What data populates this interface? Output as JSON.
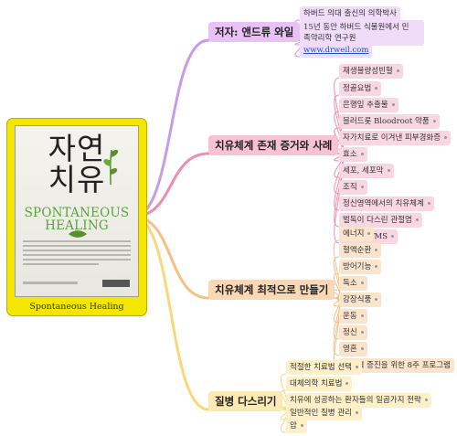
{
  "book": {
    "cover_title_line1": "자연",
    "cover_title_line2": "치유",
    "cover_subtitle_line1": "SPONTANEOUS",
    "cover_subtitle_line2": "HEALING",
    "caption": "Spontaneous Healing"
  },
  "branches": [
    {
      "label": "저자: 앤드류 와일",
      "color": "#c99ae8",
      "leaves": [
        "하버드 의대 출신의 의학박사",
        "15년 동안 하버드 식물원에서 민",
        "www.drweil.com"
      ],
      "leaf_extra": "족약리학 연구원"
    },
    {
      "label": "치유체계 존재 증거와 사례",
      "color": "#f08bb2",
      "leaves": [
        "재생불량성빈혈",
        "정골요법",
        "은행잎 추출물",
        "블러드롯 Bloodroot 약품",
        "자가치료로 이겨낸 피부경화증",
        "효소",
        "세포, 세포막",
        "조직",
        "정신영역에서의 치유체계",
        "벌독이 다스린 관절염",
        "존 사노 TMS"
      ]
    },
    {
      "label": "치유체계 최적으로 만들기",
      "color": "#f6c085",
      "leaves": [
        "에너지",
        "혈액순환",
        "방어기능",
        "독소",
        "강장식품",
        "운동",
        "정신",
        "영혼",
        "치유력 증진을 위한 8주 프로그램"
      ]
    },
    {
      "label": "질병 다스리기",
      "color": "#f9d77a",
      "leaves": [
        "적절한 치료법 선택",
        "대체의학 치료법",
        "치유에 성공하는 환자들의 일곱가지 전략",
        "일반적인 질병 관리",
        "암"
      ]
    }
  ]
}
